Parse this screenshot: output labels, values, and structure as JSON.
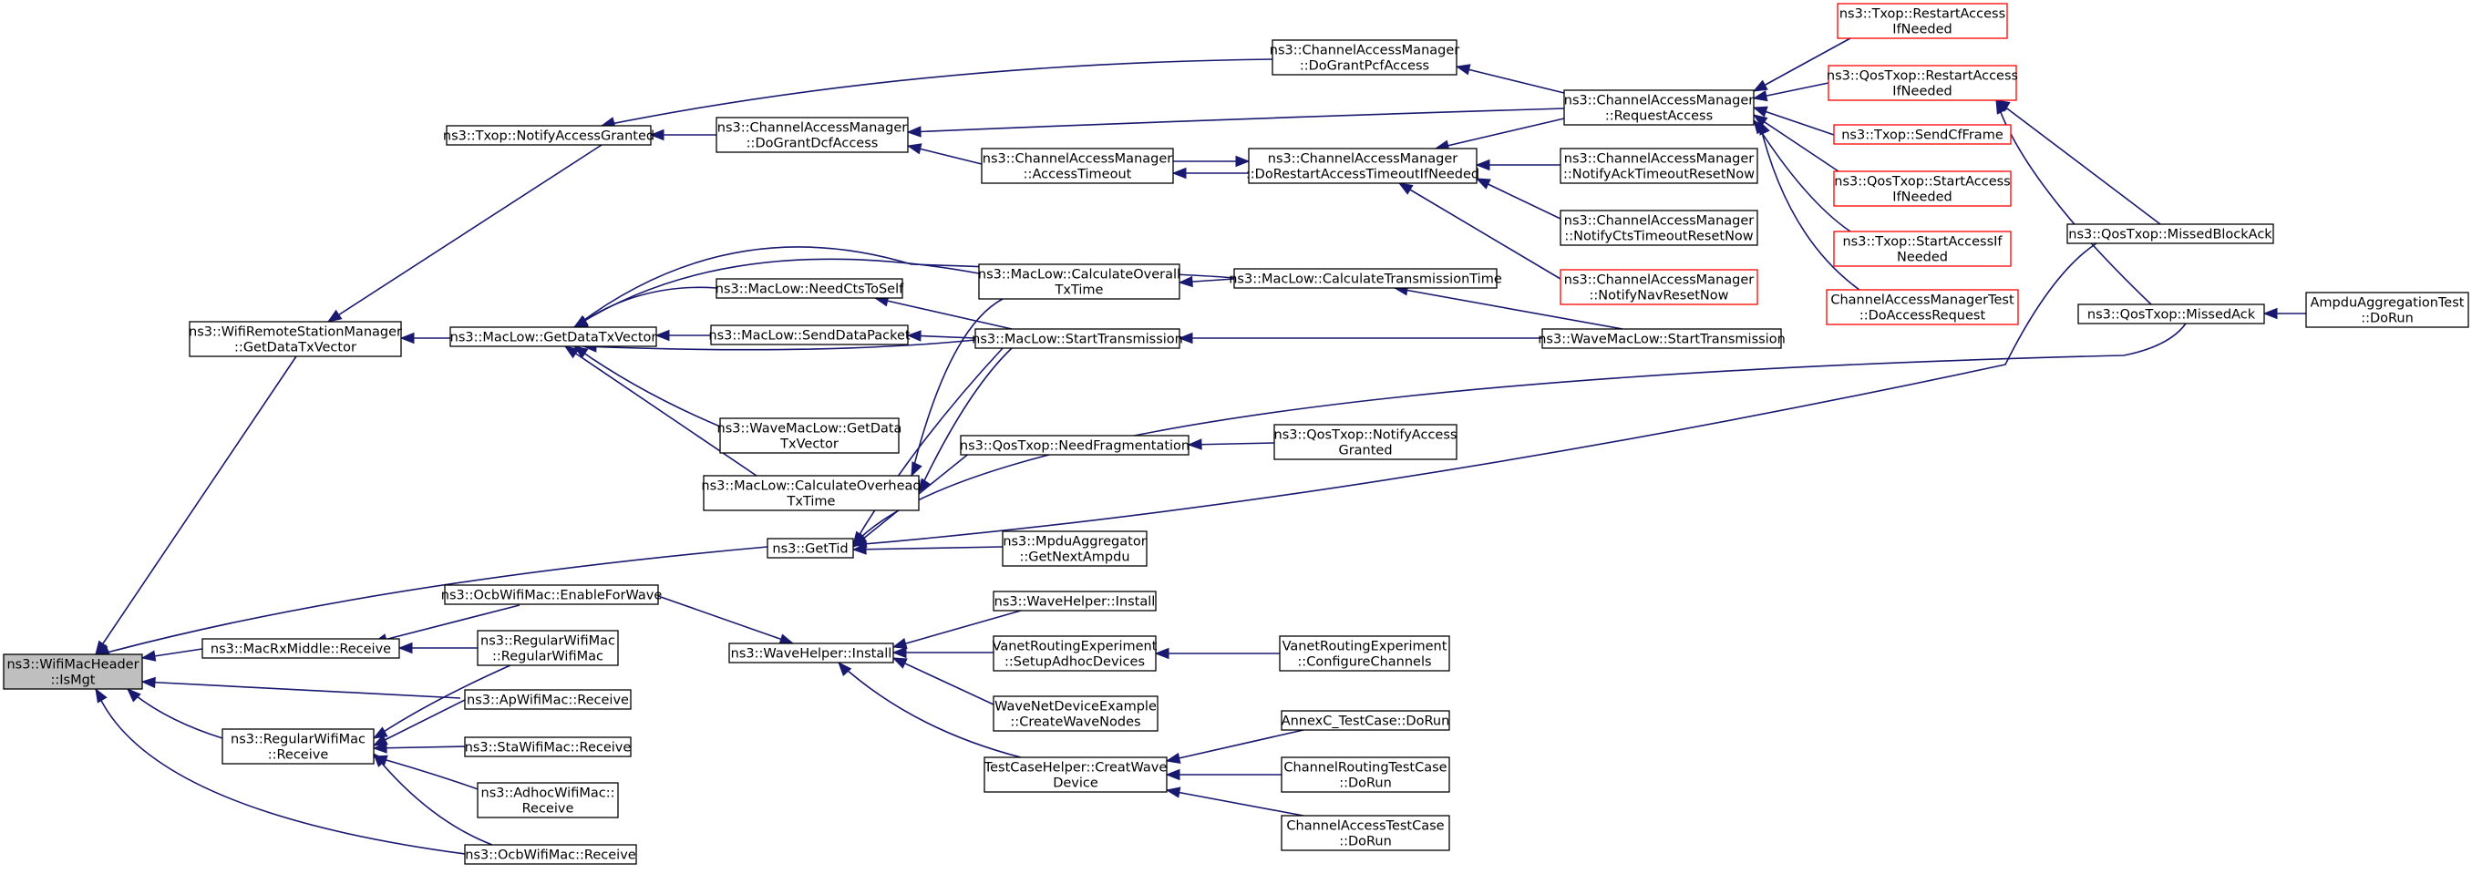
{
  "colors": {
    "edge": "#191970",
    "node_border": "#000000",
    "node_fill": "#ffffff",
    "truncated_border": "#ff0000",
    "focus_fill": "#bfbfbf"
  },
  "nodes": [
    {
      "id": "ismgt",
      "lines": [
        "ns3::WifiMacHeader",
        "::IsMgt"
      ],
      "style": "focus"
    },
    {
      "id": "rsm_getdatatxvector",
      "lines": [
        "ns3::WifiRemoteStationManager",
        "::GetDataTxVector"
      ],
      "style": "normal"
    },
    {
      "id": "macrxmiddle_receive",
      "lines": [
        "ns3::MacRxMiddle::Receive"
      ],
      "style": "normal"
    },
    {
      "id": "regularwifimac_receive",
      "lines": [
        "ns3::RegularWifiMac",
        "::Receive"
      ],
      "style": "normal"
    },
    {
      "id": "txop_notifyaccessgranted",
      "lines": [
        "ns3::Txop::NotifyAccessGranted"
      ],
      "style": "normal"
    },
    {
      "id": "maclow_getdatatxvector",
      "lines": [
        "ns3::MacLow::GetDataTxVector"
      ],
      "style": "normal"
    },
    {
      "id": "ocb_enableforwave",
      "lines": [
        "ns3::OcbWifiMac::EnableForWave"
      ],
      "style": "normal"
    },
    {
      "id": "regularwifimac_ctor",
      "lines": [
        "ns3::RegularWifiMac",
        "::RegularWifiMac"
      ],
      "style": "normal"
    },
    {
      "id": "apwifimac_receive",
      "lines": [
        "ns3::ApWifiMac::Receive"
      ],
      "style": "normal"
    },
    {
      "id": "stawifimac_receive",
      "lines": [
        "ns3::StaWifiMac::Receive"
      ],
      "style": "normal"
    },
    {
      "id": "adhocwifimac_receive",
      "lines": [
        "ns3::AdhocWifiMac::",
        "Receive"
      ],
      "style": "normal"
    },
    {
      "id": "ocbwifimac_receive",
      "lines": [
        "ns3::OcbWifiMac::Receive"
      ],
      "style": "normal"
    },
    {
      "id": "cam_dograntdcf",
      "lines": [
        "ns3::ChannelAccessManager",
        "::DoGrantDcfAccess"
      ],
      "style": "normal"
    },
    {
      "id": "cam_dograntpcf",
      "lines": [
        "ns3::ChannelAccessManager",
        "::DoGrantPcfAccess"
      ],
      "style": "normal"
    },
    {
      "id": "maclow_needctstoself",
      "lines": [
        "ns3::MacLow::NeedCtsToSelf"
      ],
      "style": "normal"
    },
    {
      "id": "maclow_senddatapacket",
      "lines": [
        "ns3::MacLow::SendDataPacket"
      ],
      "style": "normal"
    },
    {
      "id": "wavemaclow_getdatatxvector",
      "lines": [
        "ns3::WaveMacLow::GetData",
        "TxVector"
      ],
      "style": "normal"
    },
    {
      "id": "maclow_calculateoverhead",
      "lines": [
        "ns3::MacLow::CalculateOverhead",
        "TxTime"
      ],
      "style": "normal"
    },
    {
      "id": "gettid",
      "lines": [
        "ns3::GetTid"
      ],
      "style": "normal"
    },
    {
      "id": "wavehelper_install",
      "lines": [
        "ns3::WaveHelper::Install"
      ],
      "style": "normal"
    },
    {
      "id": "cam_accesstimeout",
      "lines": [
        "ns3::ChannelAccessManager",
        "::AccessTimeout"
      ],
      "style": "normal"
    },
    {
      "id": "maclow_calculateoverall",
      "lines": [
        "ns3::MacLow::CalculateOverall",
        "TxTime"
      ],
      "style": "normal"
    },
    {
      "id": "maclow_starttransmission",
      "lines": [
        "ns3::MacLow::StartTransmission"
      ],
      "style": "normal"
    },
    {
      "id": "qostxop_needfragmentation",
      "lines": [
        "ns3::QosTxop::NeedFragmentation"
      ],
      "style": "normal"
    },
    {
      "id": "mpduaggregator_getnextampdu",
      "lines": [
        "ns3::MpduAggregator",
        "::GetNextAmpdu"
      ],
      "style": "normal"
    },
    {
      "id": "wavehelper_install2",
      "lines": [
        "ns3::WaveHelper::Install"
      ],
      "style": "normal"
    },
    {
      "id": "vanet_setupadhoc",
      "lines": [
        "VanetRoutingExperiment",
        "::SetupAdhocDevices"
      ],
      "style": "normal"
    },
    {
      "id": "wavenetdevice_create",
      "lines": [
        "WaveNetDeviceExample",
        "::CreateWaveNodes"
      ],
      "style": "normal"
    },
    {
      "id": "testcasehelper_creatwave",
      "lines": [
        "TestCaseHelper::CreatWave",
        "Device"
      ],
      "style": "normal"
    },
    {
      "id": "cam_dorestart",
      "lines": [
        "ns3::ChannelAccessManager",
        "::DoRestartAccessTimeoutIfNeeded"
      ],
      "style": "normal"
    },
    {
      "id": "maclow_calculatetransmissiontime",
      "lines": [
        "ns3::MacLow::CalculateTransmissionTime"
      ],
      "style": "normal"
    },
    {
      "id": "qostxop_notifyaccessgranted",
      "lines": [
        "ns3::QosTxop::NotifyAccess",
        "Granted"
      ],
      "style": "normal"
    },
    {
      "id": "vanet_configurechannels",
      "lines": [
        "VanetRoutingExperiment",
        "::ConfigureChannels"
      ],
      "style": "normal"
    },
    {
      "id": "annexc_dorun",
      "lines": [
        "AnnexC_TestCase::DoRun"
      ],
      "style": "normal"
    },
    {
      "id": "channelrouting_dorun",
      "lines": [
        "ChannelRoutingTestCase",
        "::DoRun"
      ],
      "style": "normal"
    },
    {
      "id": "channelaccesstest_dorun",
      "lines": [
        "ChannelAccessTestCase",
        "::DoRun"
      ],
      "style": "normal"
    },
    {
      "id": "cam_requestaccess",
      "lines": [
        "ns3::ChannelAccessManager",
        "::RequestAccess"
      ],
      "style": "normal"
    },
    {
      "id": "cam_notifyacktimeout",
      "lines": [
        "ns3::ChannelAccessManager",
        "::NotifyAckTimeoutResetNow"
      ],
      "style": "normal"
    },
    {
      "id": "cam_notifyctstimeout",
      "lines": [
        "ns3::ChannelAccessManager",
        "::NotifyCtsTimeoutResetNow"
      ],
      "style": "normal"
    },
    {
      "id": "cam_notifynavreset",
      "lines": [
        "ns3::ChannelAccessManager",
        "::NotifyNavResetNow"
      ],
      "style": "truncated"
    },
    {
      "id": "wavemaclow_starttransmission",
      "lines": [
        "ns3::WaveMacLow::StartTransmission"
      ],
      "style": "normal"
    },
    {
      "id": "txop_restartaccess",
      "lines": [
        "ns3::Txop::RestartAccess",
        "IfNeeded"
      ],
      "style": "truncated"
    },
    {
      "id": "qostxop_restartaccess",
      "lines": [
        "ns3::QosTxop::RestartAccess",
        "IfNeeded"
      ],
      "style": "truncated"
    },
    {
      "id": "txop_sendcfframe",
      "lines": [
        "ns3::Txop::SendCfFrame"
      ],
      "style": "truncated"
    },
    {
      "id": "qostxop_startaccess",
      "lines": [
        "ns3::QosTxop::StartAccess",
        "IfNeeded"
      ],
      "style": "truncated"
    },
    {
      "id": "txop_startaccess",
      "lines": [
        "ns3::Txop::StartAccessIf",
        "Needed"
      ],
      "style": "truncated"
    },
    {
      "id": "camtest_doaccessrequest",
      "lines": [
        "ChannelAccessManagerTest",
        "::DoAccessRequest"
      ],
      "style": "truncated"
    },
    {
      "id": "qostxop_missedblockack",
      "lines": [
        "ns3::QosTxop::MissedBlockAck"
      ],
      "style": "normal"
    },
    {
      "id": "qostxop_missedack",
      "lines": [
        "ns3::QosTxop::MissedAck"
      ],
      "style": "normal"
    },
    {
      "id": "ampdu_dorun",
      "lines": [
        "AmpduAggregationTest",
        "::DoRun"
      ],
      "style": "normal"
    }
  ]
}
